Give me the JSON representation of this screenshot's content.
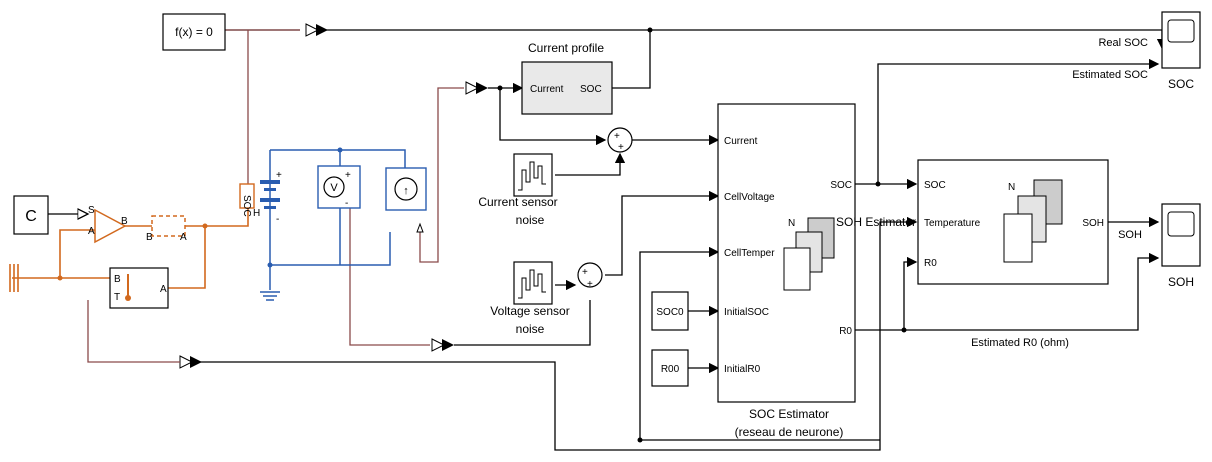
{
  "blocks": {
    "fx": "f(x) = 0",
    "current_profile": {
      "title": "Current profile",
      "in": "Current",
      "out": "SOC"
    },
    "current_noise": [
      "Current sensor",
      "noise"
    ],
    "voltage_noise": [
      "Voltage sensor",
      "noise"
    ],
    "soc0": "SOC0",
    "r00": "R00",
    "soc_estimator": {
      "inputs": [
        "Current",
        "CellVoltage",
        "CellTemper",
        "InitialSOC",
        "InitialR0"
      ],
      "outputs": [
        "SOC",
        "R0"
      ],
      "caption": [
        "SOC Estimator",
        "(reseau de neurone)"
      ]
    },
    "soh_estimator": {
      "inputs": [
        "SOC",
        "Temperature",
        "R0"
      ],
      "output": "SOH",
      "label": "SOH Estimator"
    },
    "scope_soc": "SOC",
    "scope_soh": "SOH",
    "const": "C",
    "battery_ports": {
      "plus": "+",
      "minus": "-",
      "soc": "SOC",
      "h": "H"
    },
    "voltmeter": "V",
    "current_src": "↑",
    "sensor_ports": {
      "s": "S",
      "a": "A",
      "b": "B",
      "t": "T"
    },
    "sum_sign": "+",
    "mask_letter": "N"
  },
  "signals": {
    "real_soc": "Real SOC",
    "estimated_soc": "Estimated SOC",
    "soh": "SOH",
    "estimated_r0": "Estimated R0 (ohm)"
  },
  "colors": {
    "signal": "#000000",
    "physical": "#8a4a4a",
    "thermal": "#d2691e",
    "electrical": "#2a5db0"
  }
}
